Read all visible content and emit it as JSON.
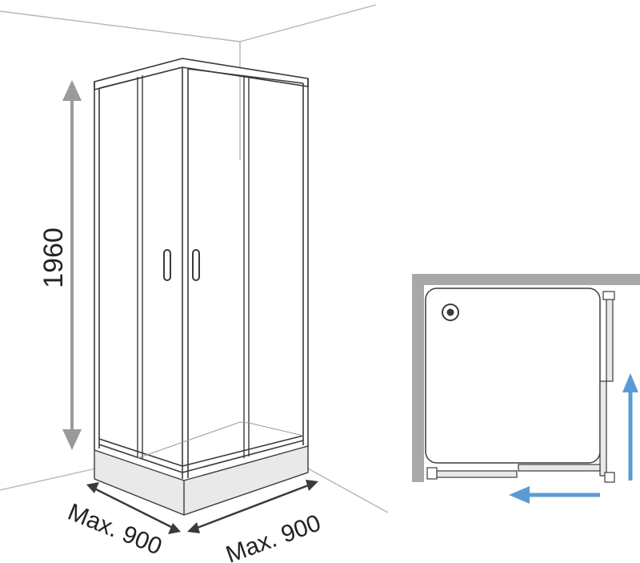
{
  "dimensions": {
    "height_label": "1960",
    "left_depth_label": "Max. 900",
    "right_width_label": "Max. 900"
  },
  "colors": {
    "line": "#3a3a3a",
    "wall_lines": "#b5b5b5",
    "dimension_arrow": "#9a9a9a",
    "tray_fill": "#e9e9e9",
    "plan_wall": "#a8a8a8",
    "direction_arrow": "#5b9bd5"
  }
}
